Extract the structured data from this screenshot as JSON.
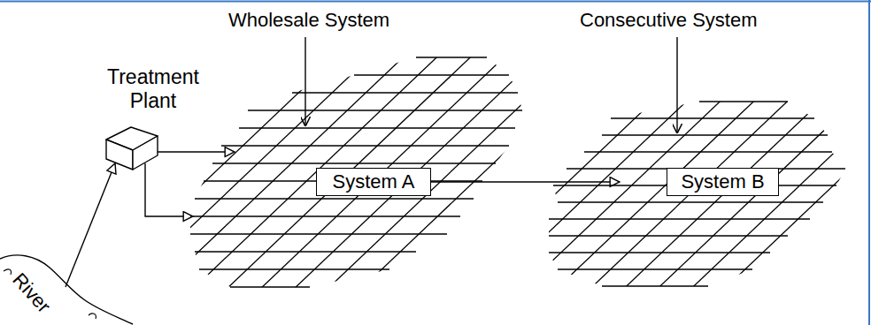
{
  "diagram": {
    "nodes": [
      {
        "text": [
          "Treatment Plant"
        ]
      },
      {
        "text": [
          "Wholesale System"
        ]
      },
      {
        "text": [
          "System A"
        ],
        "in": 1
      },
      {
        "text": [
          "Consecutive System"
        ]
      },
      {
        "text": [
          "System B"
        ],
        "in": 3
      },
      {
        "text": [
          "River"
        ]
      }
    ],
    "edges": [
      {
        "from": 5,
        "to": 0,
        "arrow": "to"
      },
      {
        "from": 0,
        "to": 1,
        "arrow": "to"
      },
      {
        "from": 0,
        "to": 1,
        "arrow": "to"
      },
      {
        "from": 2,
        "to": 3,
        "arrow": "to"
      }
    ]
  }
}
